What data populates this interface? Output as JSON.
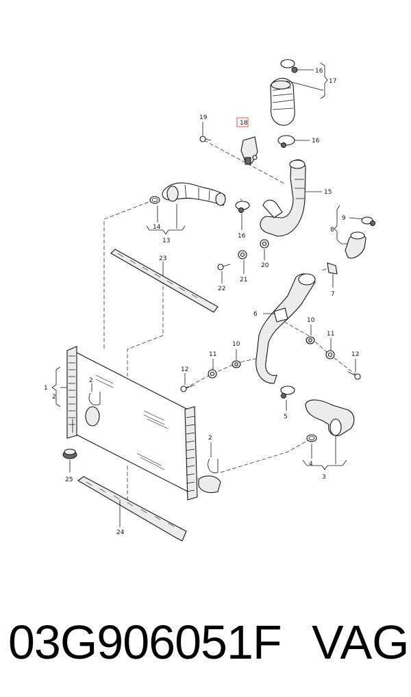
{
  "callouts": {
    "c1": "1",
    "c2": "2",
    "c2b": "2",
    "c2c": "2",
    "c3": "3",
    "c4": "4",
    "c5": "5",
    "c6": "6",
    "c7": "7",
    "c8": "8",
    "c9": "9",
    "c10a": "10",
    "c10b": "10",
    "c11a": "11",
    "c11b": "11",
    "c12a": "12",
    "c12b": "12",
    "c13": "13",
    "c14": "14",
    "c15": "15",
    "c16a": "16",
    "c16b": "16",
    "c16c": "16",
    "c17": "17",
    "c18": "18",
    "c19": "19",
    "c20": "20",
    "c21": "21",
    "c22": "22",
    "c23": "23",
    "c24": "24",
    "c25": "25"
  },
  "highlight_color": "#d9534f",
  "caption": {
    "part_number": "03G906051F",
    "brand": "VAG"
  }
}
